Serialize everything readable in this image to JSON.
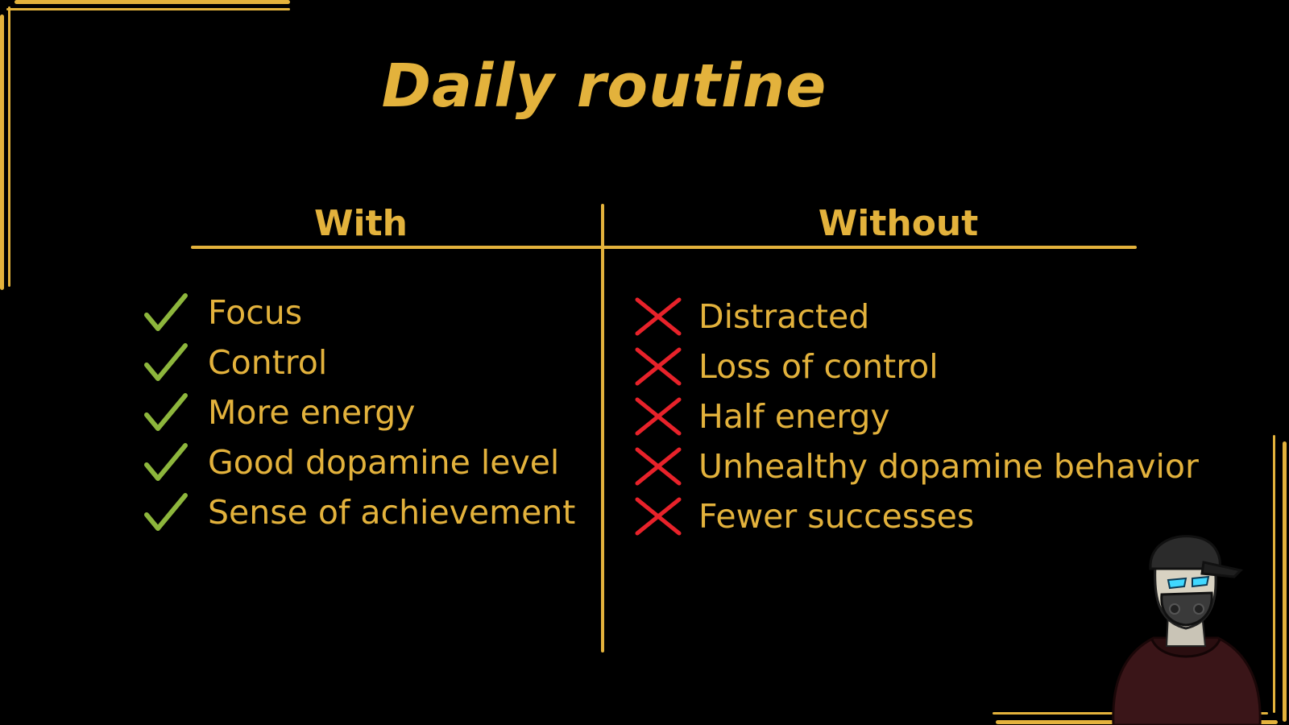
{
  "title": "Daily routine",
  "with": {
    "header": "With",
    "items": [
      "Focus",
      "Control",
      "More energy",
      "Good dopamine level",
      "Sense of achievement"
    ]
  },
  "without": {
    "header": "Without",
    "items": [
      "Distracted",
      "Loss of control",
      "Half energy",
      "Unhealthy dopamine behavior",
      "Fewer successes"
    ]
  },
  "colors": {
    "background": "#000000",
    "accent": "#E3B23C",
    "check": "#8DB63C",
    "cross": "#E8222A"
  },
  "icons": {
    "with_item": "check-icon",
    "without_item": "cross-icon",
    "mascot": "masked-hooded-figure"
  }
}
